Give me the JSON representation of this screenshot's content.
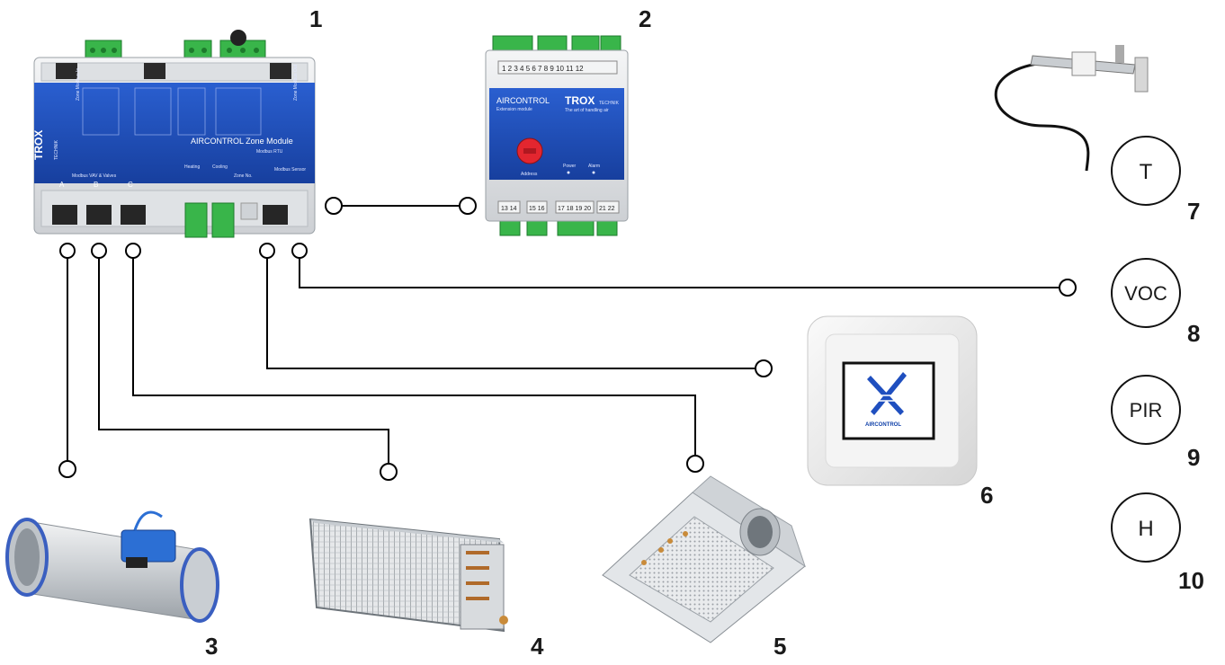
{
  "labels": {
    "n1": "1",
    "n2": "2",
    "n3": "3",
    "n4": "4",
    "n5": "5",
    "n6": "6",
    "n7": "7",
    "n8": "8",
    "n9": "9",
    "n10": "10"
  },
  "sensors": {
    "t": "T",
    "voc": "VOC",
    "pir": "PIR",
    "h": "H"
  },
  "zone_module": {
    "brand": "TROX",
    "brand_sub": "TECHNIK",
    "title": "AIRCONTROL Zone Module",
    "subtitle": "Modbus RTU",
    "bottom_left": "Modbus VAV & Valves",
    "port_a": "A",
    "port_b": "B",
    "port_c": "C",
    "zone_no": "Zone No.",
    "modbus_sensor": "Modbus Sensor",
    "heating": "Heating",
    "cooling": "Cooling",
    "zone_modbus_in": "Zone Modbus In",
    "zone_modbus_out": "Zone Modbus Out"
  },
  "extension_module": {
    "brand_left": "AIRCONTROL",
    "brand_left_sub": "Extension module",
    "brand_right": "TROX",
    "brand_right_sub": "TECHNIK",
    "tagline": "The art of handling air",
    "power": "Power",
    "alarm": "Alarm",
    "address": "Address",
    "top_terminals": "1 2 3 4 5 6 7 8 9 10 11 12",
    "bottom_terminals_1": "13 14",
    "bottom_terminals_2": "15 16",
    "bottom_terminals_3": "17 18 19 20",
    "bottom_terminals_4": "21 22"
  },
  "room_panel": {
    "logo_text": "AIRCONTROL"
  },
  "colors": {
    "module_blue": "#1f4fbf",
    "terminal_green": "#39b54a",
    "line": "#000000",
    "housing": "#e8eaec"
  }
}
